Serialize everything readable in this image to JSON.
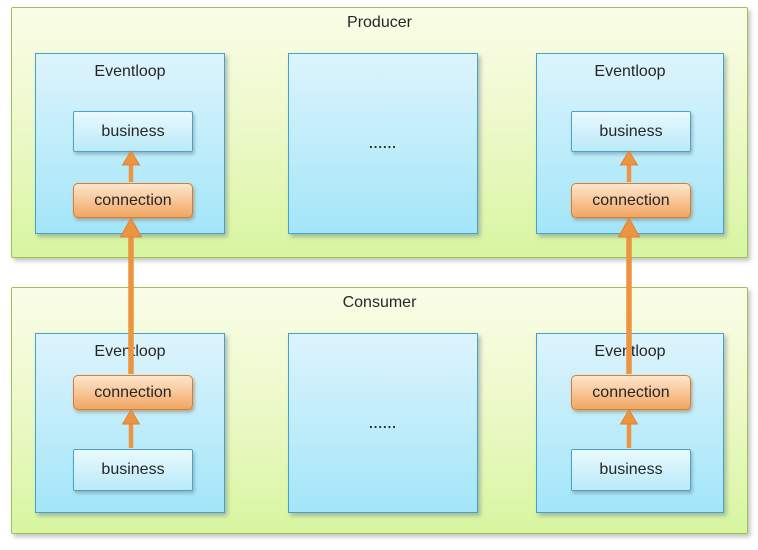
{
  "colors": {
    "text": "#262626",
    "container_border": "#a2bf55",
    "container_fill_top": "#fafde8",
    "container_fill_mid": "#eef9cb",
    "container_fill_bottom": "#d7f6a0",
    "box_border": "#45a1c5",
    "box_fill_top": "#ddf4fc",
    "box_fill_bottom": "#a3e6f9",
    "business_border": "#4aa4c8",
    "business_fill_top": "#eaf9fe",
    "business_fill_bottom": "#b9eaf9",
    "connection_border": "#d27f35",
    "connection_fill_top": "#fde6cd",
    "connection_fill_bottom": "#f2a661",
    "arrow": "#ec9440",
    "arrow_head_stroke": "#dd8338"
  },
  "sections": [
    {
      "id": "producer",
      "title": "Producer",
      "ellipsis": "......",
      "eventloops": [
        {
          "id": "producer-left",
          "label": "Eventloop",
          "nodes": [
            {
              "kind": "business",
              "label": "business"
            },
            {
              "kind": "connection",
              "label": "connection"
            }
          ]
        },
        {
          "id": "producer-right",
          "label": "Eventloop",
          "nodes": [
            {
              "kind": "business",
              "label": "business"
            },
            {
              "kind": "connection",
              "label": "connection"
            }
          ]
        }
      ]
    },
    {
      "id": "consumer",
      "title": "Consumer",
      "ellipsis": "......",
      "eventloops": [
        {
          "id": "consumer-left",
          "label": "Eventloop",
          "nodes": [
            {
              "kind": "connection",
              "label": "connection"
            },
            {
              "kind": "business",
              "label": "business"
            }
          ]
        },
        {
          "id": "consumer-right",
          "label": "Eventloop",
          "nodes": [
            {
              "kind": "connection",
              "label": "connection"
            },
            {
              "kind": "business",
              "label": "business"
            }
          ]
        }
      ]
    }
  ],
  "edges": [
    {
      "id": "p-left-conn-business",
      "from": "producer-left-connection",
      "to": "producer-left-business"
    },
    {
      "id": "p-right-conn-business",
      "from": "producer-right-connection",
      "to": "producer-right-business"
    },
    {
      "id": "c-left-business-conn",
      "from": "consumer-left-business",
      "to": "consumer-left-connection"
    },
    {
      "id": "c-right-business-conn",
      "from": "consumer-right-business",
      "to": "consumer-right-connection"
    },
    {
      "id": "c-left-conn-p-conn",
      "from": "consumer-left-connection",
      "to": "producer-left-connection"
    },
    {
      "id": "c-right-conn-p-conn",
      "from": "consumer-right-connection",
      "to": "producer-right-connection"
    }
  ]
}
